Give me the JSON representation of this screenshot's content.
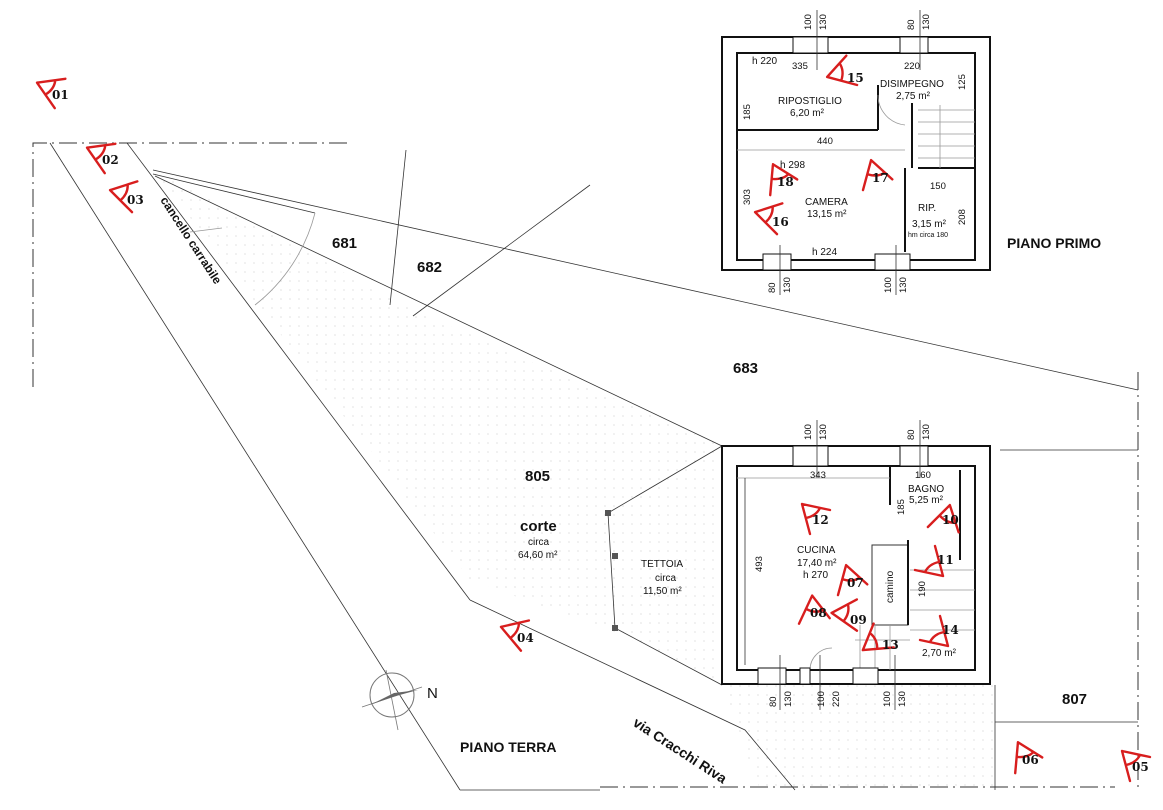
{
  "drawing": {
    "ground_floor_title": "PIANO TERRA",
    "first_floor_title": "PIANO PRIMO",
    "street_label": "via Cracchi Riva",
    "gate_label": "cancello carrabile",
    "north_label": "N",
    "parcels": [
      "681",
      "682",
      "683",
      "805",
      "807"
    ],
    "courtyard": {
      "name": "corte",
      "qualifier": "circa",
      "area": "64,60 m²"
    },
    "canopy": {
      "name": "TETTOIA",
      "qualifier": "circa",
      "area": "11,50 m²"
    },
    "chimney_label": "camino"
  },
  "first_floor": {
    "rooms": [
      {
        "name": "RIPOSTIGLIO",
        "area": "6,20 m²",
        "note": "h 220"
      },
      {
        "name": "DISIMPEGNO",
        "area": "2,75 m²",
        "note": ""
      },
      {
        "name": "CAMERA",
        "area": "13,15 m²",
        "note": "h 298"
      },
      {
        "name": "RIP.",
        "area": "3,15 m²",
        "note": "hm circa 180"
      }
    ],
    "dimensions": {
      "top_windows": [
        "100",
        "130",
        "80",
        "130"
      ],
      "bottom_windows": [
        "80",
        "130",
        "100",
        "130"
      ],
      "ripostiglio_width": "335",
      "ripostiglio_depth": "185",
      "disimpegno_width": "220",
      "disimpegno_depth": "125",
      "camera_width": "440",
      "camera_depth": "303",
      "camera_h_low": "h 224",
      "rip_width": "150",
      "rip_depth": "208"
    }
  },
  "ground_floor": {
    "rooms": [
      {
        "name": "CUCINA",
        "area": "17,40 m²",
        "note": "h 270"
      },
      {
        "name": "BAGNO",
        "area": "5,25 m²",
        "note": ""
      },
      {
        "name": "",
        "area": "2,70 m²",
        "note": ""
      }
    ],
    "dimensions": {
      "top_windows": [
        "100",
        "130",
        "80",
        "130"
      ],
      "bottom_windows": [
        "80",
        "130",
        "100",
        "220",
        "100",
        "130"
      ],
      "cucina_width": "343",
      "cucina_depth": "493",
      "bagno_width": "160",
      "bagno_depth": "185",
      "stair_depth": "190"
    }
  },
  "photo_points": [
    "01",
    "02",
    "03",
    "04",
    "05",
    "06",
    "07",
    "08",
    "09",
    "10",
    "11",
    "12",
    "13",
    "14",
    "15",
    "16",
    "17",
    "18"
  ],
  "colors": {
    "marker": "#d81e1e",
    "lines": "#333333",
    "hatch": "#bbbbbb"
  }
}
